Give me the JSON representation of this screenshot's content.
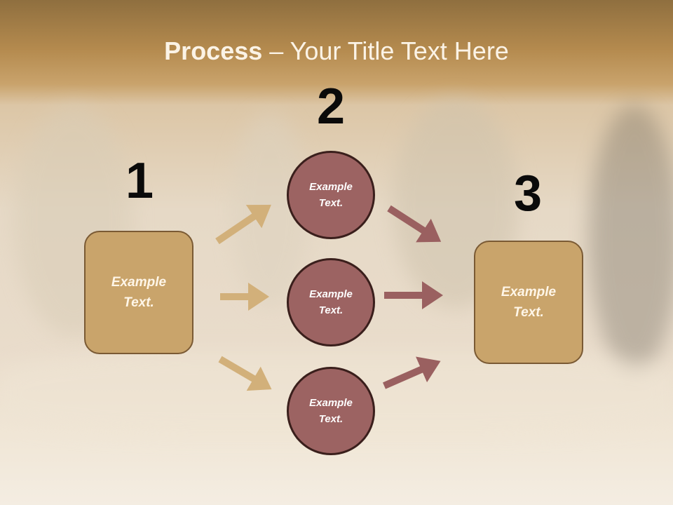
{
  "title": {
    "bold": "Process",
    "rest": " – Your Title Text Here"
  },
  "steps": [
    {
      "number": "1"
    },
    {
      "number": "2"
    },
    {
      "number": "3"
    }
  ],
  "boxes": {
    "left": "Example\nText.",
    "right": "Example\nText."
  },
  "circles": [
    "Example\nText.",
    "Example\nText.",
    "Example\nText."
  ],
  "colors": {
    "box_fill": "#c9a46b",
    "circle_fill": "#9c6362",
    "arrow_left": "#d2b07a",
    "arrow_right": "#9a6060"
  }
}
